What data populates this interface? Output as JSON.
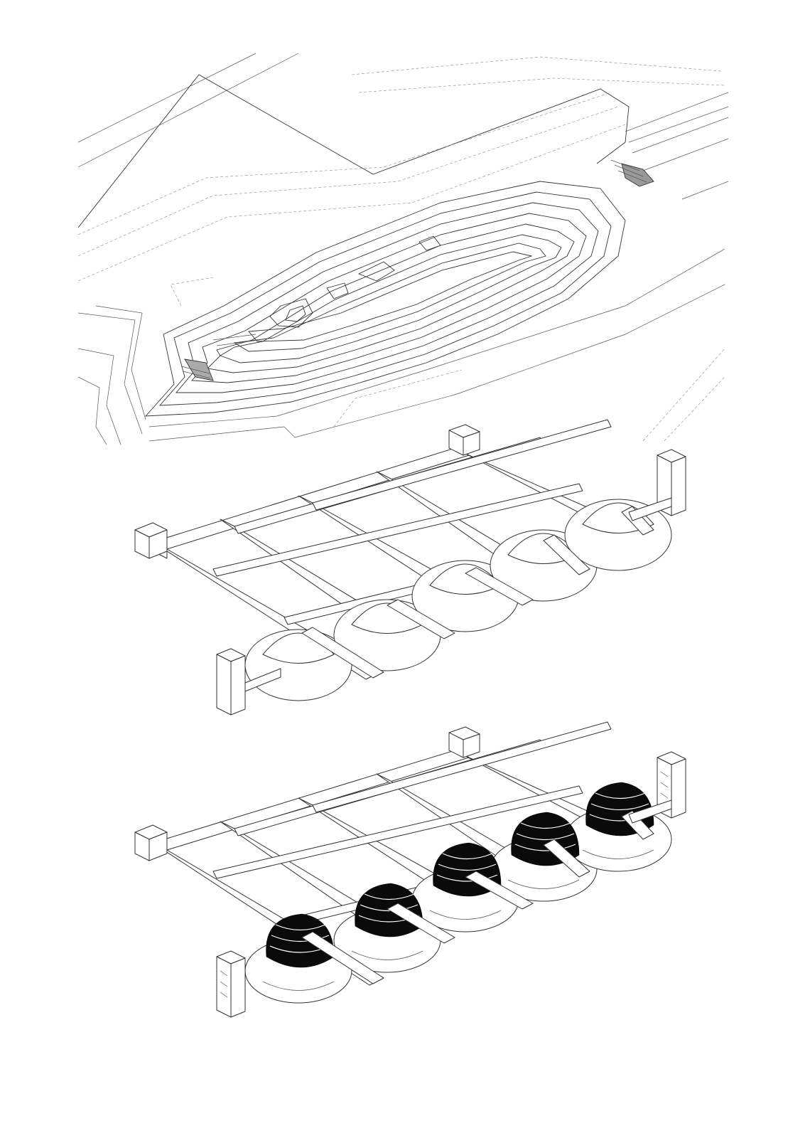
{
  "drawing": {
    "panels": [
      {
        "id": "topography",
        "kind": "site-contour-axonometric"
      },
      {
        "id": "massing",
        "kind": "volume-axonometric",
        "domes": 5,
        "towers": 4
      },
      {
        "id": "sectioned",
        "kind": "cutaway-axonometric",
        "domes": 5,
        "towers": 4
      }
    ],
    "colors": {
      "background": "#ffffff",
      "line": "#333333",
      "fill_dark": "#0a0a0a"
    }
  }
}
